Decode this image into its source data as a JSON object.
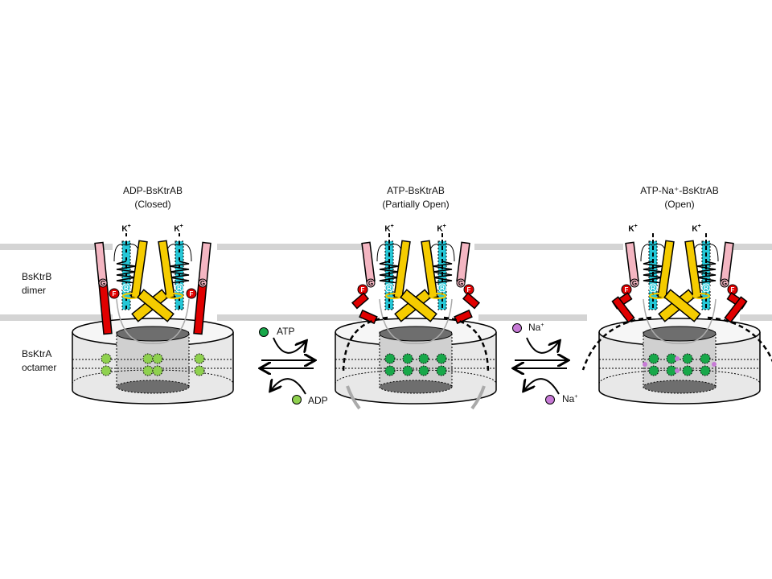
{
  "side_labels": {
    "membrane": [
      "BsKtrB",
      "dimer"
    ],
    "ring": [
      "BsKtrA",
      "octamer"
    ]
  },
  "panels": [
    {
      "title": "ADP-BsKtrAB",
      "state": "(Closed)",
      "k_label": "K",
      "k_sup": "+"
    },
    {
      "title": "ATP-BsKtrAB",
      "state": "(Partially Open)",
      "k_label": "K",
      "k_sup": "+"
    },
    {
      "title": "ATP-Na⁺-BsKtrAB",
      "state": "(Open)",
      "k_label": "K",
      "k_sup": "+"
    }
  ],
  "exchange1": {
    "in": "ATP",
    "out": "ADP"
  },
  "exchange2": {
    "in": "Na",
    "in_sup": "+",
    "out": "Na",
    "out_sup": "+"
  },
  "residue_labels": {
    "g": "G",
    "f": "F",
    "r": "R"
  },
  "colors": {
    "membrane": "#d4d4d4",
    "pink": "#f4b6c2",
    "red": "#e00000",
    "cyan": "#25c6d6",
    "yellow": "#f5cc00",
    "atp": "#18a84a",
    "adp": "#8fd14f",
    "na": "#c77ad6",
    "ring": "#e8e8e8",
    "pore": "#6e6e6e"
  }
}
